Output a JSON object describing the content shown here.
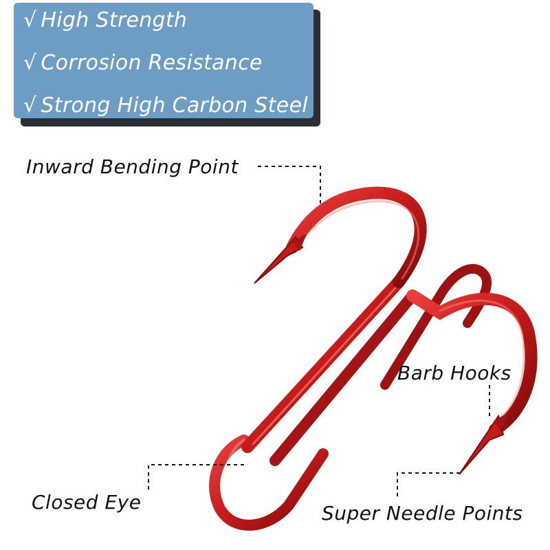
{
  "features": [
    {
      "check": "√",
      "text": "High Strength"
    },
    {
      "check": "√",
      "text": "Corrosion Resistance"
    },
    {
      "check": "√",
      "text": "Strong High Carbon Steel"
    }
  ],
  "callouts": {
    "inward_bending_point": "Inward Bending Point",
    "barb_hooks": "Barb Hooks",
    "closed_eye": "Closed Eye",
    "super_needle_points": "Super Needle Points"
  },
  "colors": {
    "feature_panel": "#6d9dc5",
    "hook_red": "#c41a1a",
    "text": "#111111"
  },
  "image": {
    "subject": "treble-fishing-hook-icon"
  }
}
